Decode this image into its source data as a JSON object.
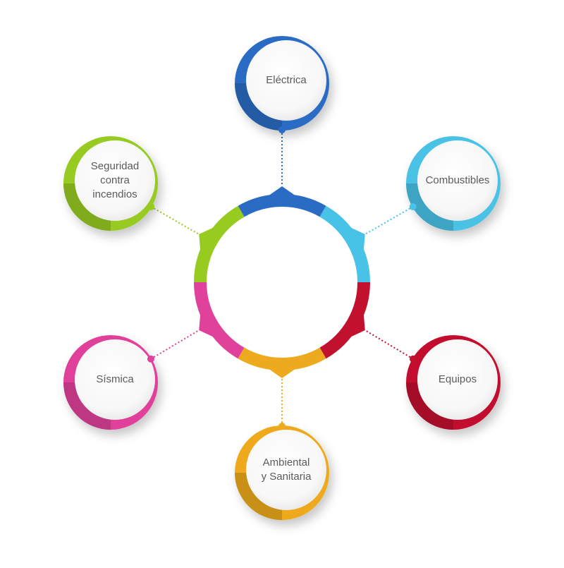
{
  "diagram": {
    "colors": {
      "blue": "#2a6cc4",
      "cyan": "#48c2e6",
      "red": "#c2112f",
      "yellow": "#eeaa1f",
      "pink": "#e0419a",
      "green": "#97cb20"
    },
    "nodes": [
      {
        "id": "electrica",
        "label": "Eléctrica",
        "color": "blue"
      },
      {
        "id": "combustibles",
        "label": "Combustibles",
        "color": "cyan"
      },
      {
        "id": "equipos",
        "label": "Equipos",
        "color": "red"
      },
      {
        "id": "ambiental",
        "label": "Ambiental\ny Sanitaria",
        "color": "yellow"
      },
      {
        "id": "sismica",
        "label": "Sísmica",
        "color": "pink"
      },
      {
        "id": "seguridad",
        "label": "Seguridad\ncontra\nincendios",
        "color": "green"
      }
    ]
  }
}
